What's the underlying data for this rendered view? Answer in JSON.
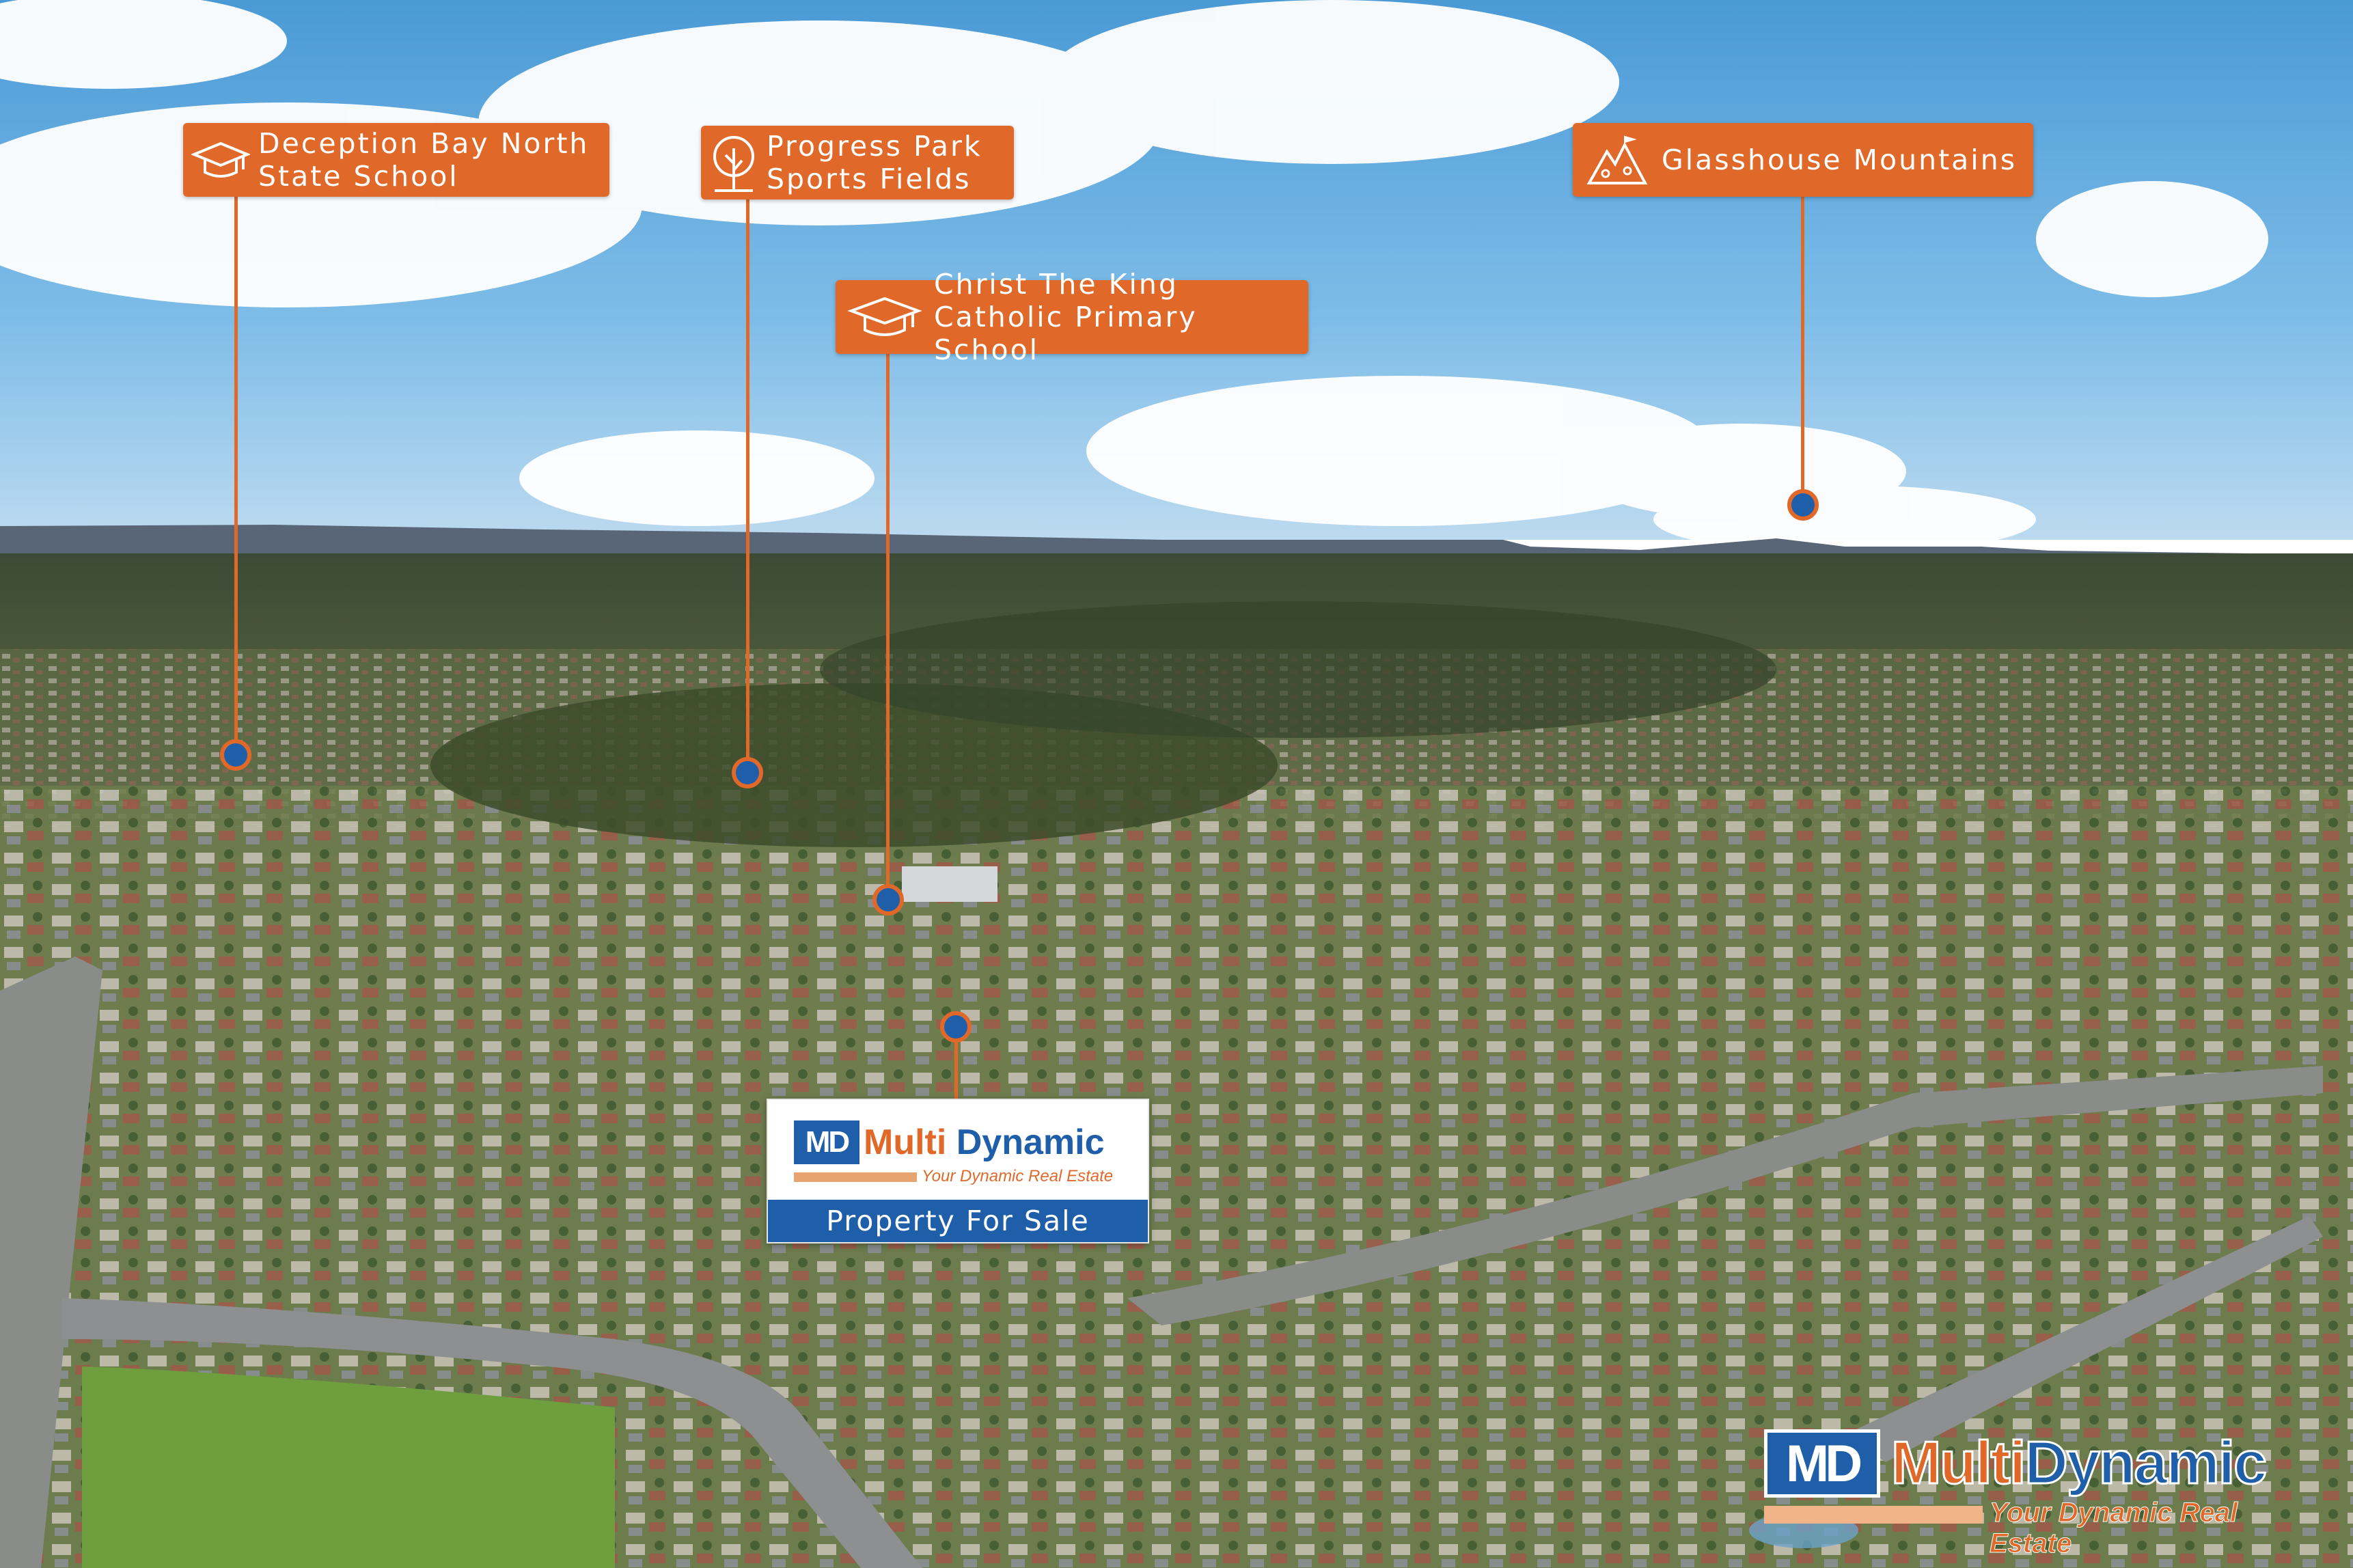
{
  "colors": {
    "callout": "#e0692a",
    "pin_fill": "#1f5ea8",
    "brand_blue": "#1f5ea8",
    "brand_orange": "#e0692a"
  },
  "callouts": [
    {
      "label": "Deception Bay North\nState School",
      "icon": "graduation-cap-icon"
    },
    {
      "label": "Progress Park\nSports Fields",
      "icon": "tree-icon"
    },
    {
      "label": "Christ The King\nCatholic Primary School",
      "icon": "graduation-cap-icon"
    },
    {
      "label": "Glasshouse Mountains",
      "icon": "mountain-icon"
    }
  ],
  "sale_card": {
    "logo_mark": "MD",
    "brand_first": "Multi",
    "brand_second": "Dynamic",
    "tagline": "Your Dynamic Real Estate",
    "banner": "Property For Sale"
  },
  "watermark": {
    "logo_mark": "MD",
    "brand_first": "Multi",
    "brand_second": "Dynamic",
    "tagline": "Your Dynamic Real Estate"
  }
}
